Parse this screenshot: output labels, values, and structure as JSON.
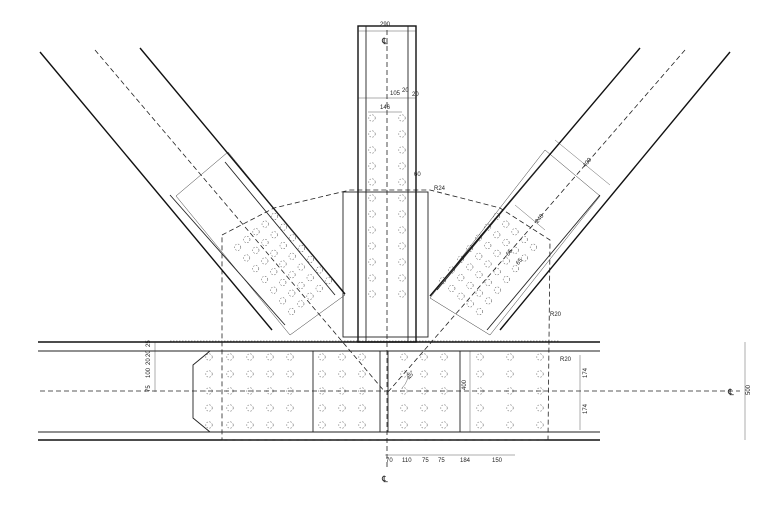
{
  "drawing": {
    "center_symbol": "℄",
    "dimensions": {
      "column_width": "290",
      "col_top_105": "105",
      "col_top_20a": "20",
      "col_top_20b": "20",
      "col_146": "146",
      "col_60": "60",
      "r24": "R24",
      "brace_400": "400",
      "brace_240": "240",
      "brace_65a": "65",
      "brace_65b": "65",
      "r20_upper": "R20",
      "r20_lower": "R20",
      "left_25": "25",
      "left_20": "20",
      "left_20b": "20",
      "left_100": "100",
      "left_75": "75",
      "plate_400": "400",
      "angle": "45°",
      "right_174a": "174",
      "right_174b": "174",
      "right_500": "500",
      "bottom_70": "70",
      "bottom_110": "110",
      "bottom_75a": "75",
      "bottom_75b": "75",
      "bottom_184": "184",
      "bottom_150": "150"
    }
  }
}
